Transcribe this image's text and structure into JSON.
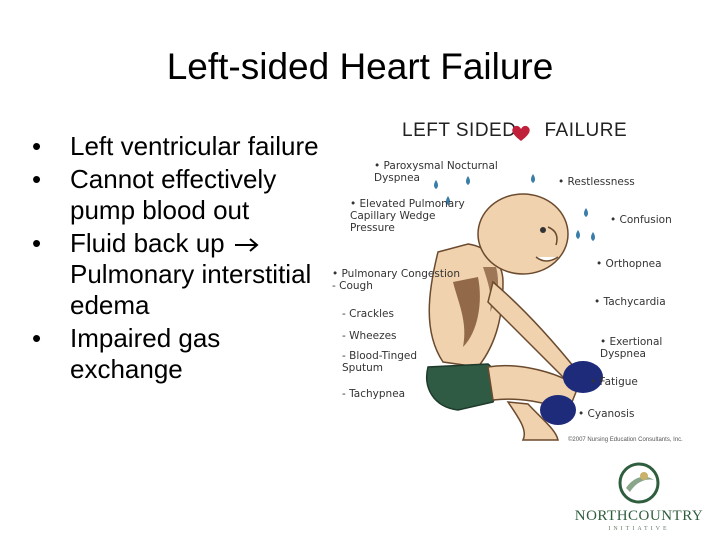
{
  "slide": {
    "title": "Left-sided Heart Failure"
  },
  "bullets": [
    {
      "text": "Left ventricular failure"
    },
    {
      "text": "Cannot effectively pump blood out"
    },
    {
      "text_before": "Fluid back up",
      "text_after": "Pulmonary interstitial edema"
    },
    {
      "text": "Impaired gas exchange"
    }
  ],
  "bullet_symbol": "•",
  "illustration": {
    "title_left": "LEFT SIDED",
    "title_right": "FAILURE",
    "left_notes": [
      "• Paroxysmal Nocturnal\nDyspnea",
      "• Elevated Pulmonary\nCapillary Wedge\nPressure",
      "• Pulmonary Congestion\n- Cough",
      "- Crackles",
      "- Wheezes",
      "- Blood-Tinged\nSputum",
      "- Tachypnea"
    ],
    "right_notes": [
      "• Restlessness",
      "• Confusion",
      "• Orthopnea",
      "• Tachycardia",
      "• Exertional\nDyspnea",
      "• Fatigue",
      "• Cyanosis"
    ],
    "copyright": "©2007 Nursing Education Consultants, Inc."
  },
  "logo": {
    "name": "NORTHCOUNTRY",
    "sub": "INITIATIVE"
  },
  "colors": {
    "heart": "#c0203a",
    "shorts": "#2f5a43",
    "gloves": "#1e2a7a",
    "skin": "#f0d2ae",
    "logo": "#2f5e3e"
  }
}
